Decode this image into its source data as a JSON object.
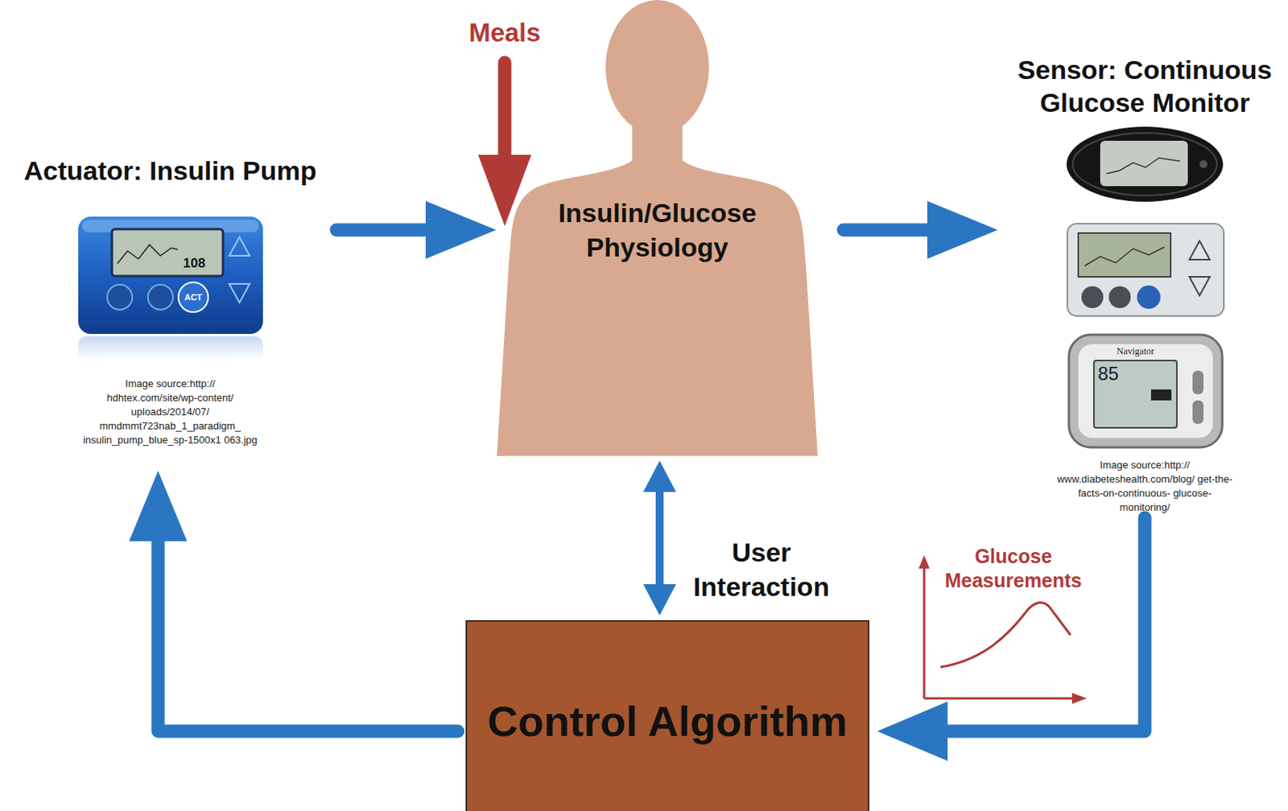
{
  "diagram": {
    "nodes": [
      {
        "text": [
          "Actuator: Insulin Pump",
          "Image source:http:// hdhtex.com/site/wp-content/ uploads/2014/07/ mmdmmt723nab_1_paradigm_ insulin_pump_blue_sp-1500x1 063.jpg"
        ]
      },
      {
        "text": [
          "Insulin/Glucose Physiology"
        ]
      },
      {
        "text": [
          "Sensor: Continuous Glucose Monitor",
          "Image source:http:// www.diabeteshealth.com/blog/ get-the-facts-on-continuous- glucose-monitoring/"
        ]
      },
      {
        "text": [
          "Control Algorithm"
        ]
      }
    ],
    "edges": [
      {
        "from": 0,
        "to": 1,
        "arrow": "to"
      },
      {
        "from": 1,
        "to": 2,
        "arrow": "to"
      },
      {
        "from": 2,
        "to": 3,
        "arrow": "to"
      },
      {
        "from": 3,
        "to": 0,
        "arrow": "to"
      },
      {
        "from": 1,
        "to": 3,
        "arrow": "both",
        "label": "User Interaction"
      }
    ],
    "labels": [
      "Meals",
      "108",
      "ACT",
      "Navigator",
      "85",
      "Glucose Measurements"
    ]
  }
}
